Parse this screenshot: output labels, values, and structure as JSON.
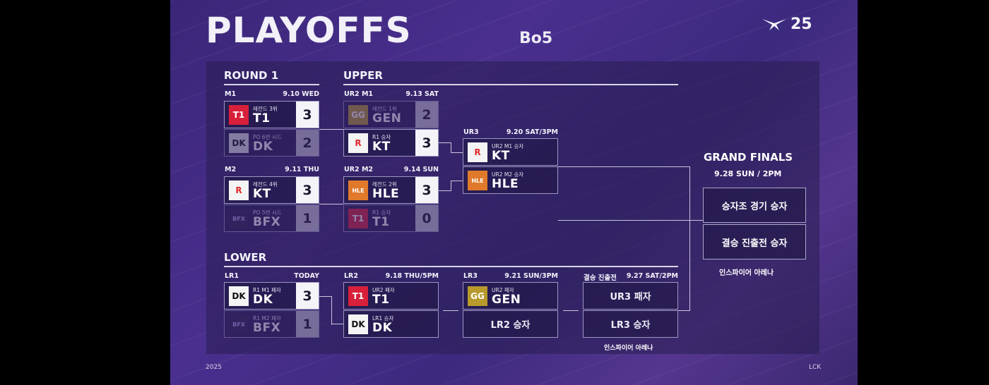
{
  "title": "PLAYOFFS",
  "format": "Bo5",
  "logo_text": "25",
  "sections": {
    "round1": "ROUND 1",
    "upper": "UPPER",
    "lower": "LOWER"
  },
  "matches": {
    "m1": {
      "label": "M1",
      "date": "9.10 WED",
      "teams": [
        {
          "sub": "레전드 3위",
          "name": "T1",
          "score": "3",
          "logo": "T1",
          "color": "#d8203a"
        },
        {
          "sub": "PO 6번 시드",
          "name": "DK",
          "score": "2",
          "logo": "DK",
          "color": "#111111"
        }
      ]
    },
    "m2": {
      "label": "M2",
      "date": "9.11 THU",
      "teams": [
        {
          "sub": "레전드 4위",
          "name": "KT",
          "score": "3",
          "logo": "R",
          "color": "#e02a2a"
        },
        {
          "sub": "PO 5번 시드",
          "name": "BFX",
          "score": "1",
          "logo": "BFX",
          "color": "#6a5aa8"
        }
      ]
    },
    "ur2m1": {
      "label": "UR2 M1",
      "date": "9.13 SAT",
      "teams": [
        {
          "sub": "레전드 1위",
          "name": "GEN",
          "score": "2",
          "logo": "GG",
          "color": "#b89a2c"
        },
        {
          "sub": "R1 승자",
          "name": "KT",
          "score": "3",
          "logo": "R",
          "color": "#e02a2a"
        }
      ]
    },
    "ur2m2": {
      "label": "UR2 M2",
      "date": "9.14 SUN",
      "teams": [
        {
          "sub": "레전드 2위",
          "name": "HLE",
          "score": "3",
          "logo": "HLE",
          "color": "#e07a2a"
        },
        {
          "sub": "R1 승자",
          "name": "T1",
          "score": "0",
          "logo": "T1",
          "color": "#d8203a"
        }
      ]
    },
    "ur3": {
      "label": "UR3",
      "date": "9.20 SAT/3PM",
      "teams": [
        {
          "sub": "UR2 M1 승자",
          "name": "KT",
          "logo": "R",
          "color": "#e02a2a"
        },
        {
          "sub": "UR2 M2 승자",
          "name": "HLE",
          "logo": "HLE",
          "color": "#e07a2a"
        }
      ]
    },
    "lr1": {
      "label": "LR1",
      "date": "TODAY",
      "teams": [
        {
          "sub": "R1 M1 패자",
          "name": "DK",
          "score": "3",
          "logo": "DK",
          "color": "#111111"
        },
        {
          "sub": "R1 M2 패자",
          "name": "BFX",
          "score": "1",
          "logo": "BFX",
          "color": "#6a5aa8"
        }
      ]
    },
    "lr2": {
      "label": "LR2",
      "date": "9.18 THU/5PM",
      "teams": [
        {
          "sub": "UR2 패자",
          "name": "T1",
          "logo": "T1",
          "color": "#d8203a"
        },
        {
          "sub": "LR1 승자",
          "name": "DK",
          "logo": "DK",
          "color": "#111111"
        }
      ]
    },
    "lr3": {
      "label": "LR3",
      "date": "9.21 SUN/3PM",
      "team": {
        "sub": "UR2 패자",
        "name": "GEN",
        "logo": "GG",
        "color": "#b89a2c"
      },
      "placeholder": "LR2 승자"
    },
    "final_qual": {
      "label": "결승 진출전",
      "date": "9.27 SAT/2PM",
      "slots": [
        "UR3 패자",
        "LR3 승자"
      ],
      "venue": "인스파이어 아레나"
    }
  },
  "grand_finals": {
    "title": "GRAND FINALS",
    "date": "9.28 SUN / 2PM",
    "slots": [
      "승자조 경기 승자",
      "결승 진출전 승자"
    ],
    "venue": "인스파이어 아레나"
  },
  "footer": {
    "year": "2025",
    "brand": "LCK"
  }
}
